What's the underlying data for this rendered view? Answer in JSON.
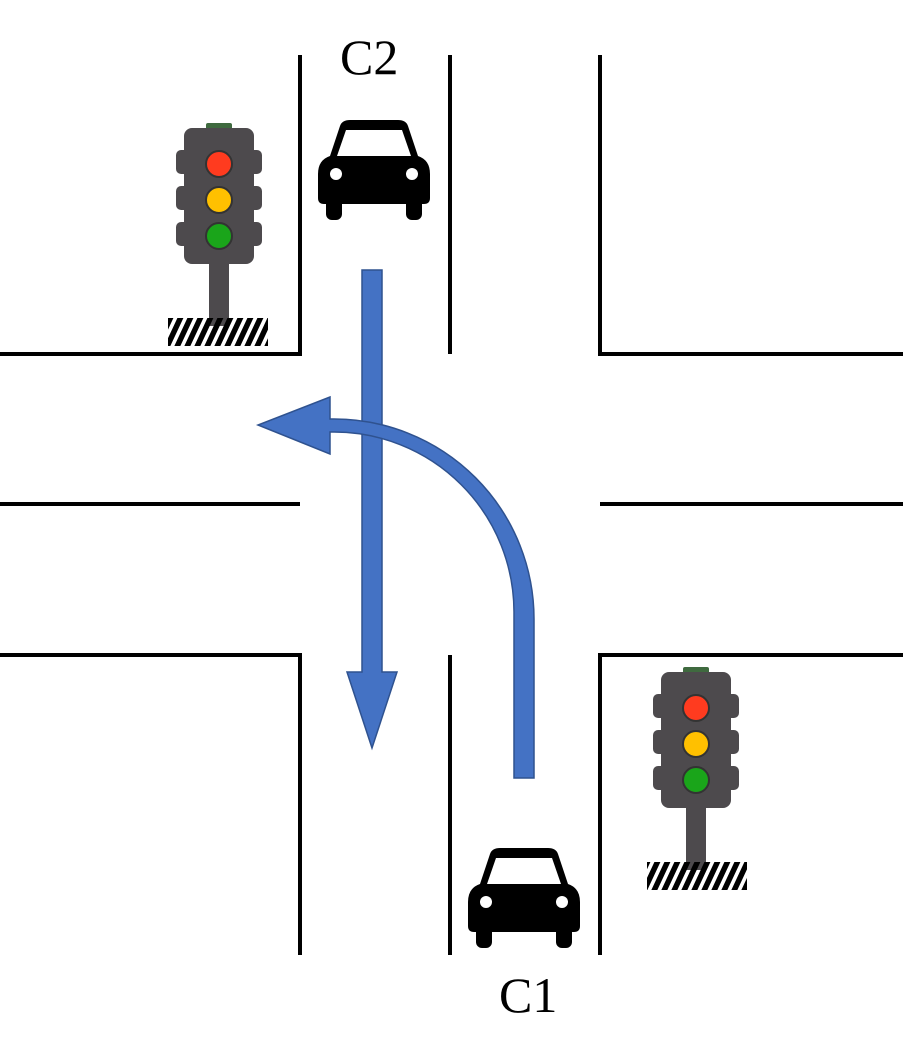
{
  "cars": [
    {
      "id": "c1",
      "label": "C1",
      "maneuver": "left-turn",
      "approach": "from-south"
    },
    {
      "id": "c2",
      "label": "C2",
      "maneuver": "straight",
      "approach": "from-north"
    }
  ],
  "traffic_lights": [
    {
      "position": "north-west-corner",
      "lamps": [
        "red",
        "yellow",
        "green"
      ]
    },
    {
      "position": "south-east-corner",
      "lamps": [
        "red",
        "yellow",
        "green"
      ]
    }
  ],
  "colors": {
    "road_line": "#000000",
    "arrow": "#4472C4",
    "arrow_stroke": "#2F528F",
    "light_housing": "#4d4a4d",
    "lamp_red": "#ff3b1f",
    "lamp_yellow": "#ffc000",
    "lamp_green": "#1aa51a",
    "car": "#000000"
  }
}
